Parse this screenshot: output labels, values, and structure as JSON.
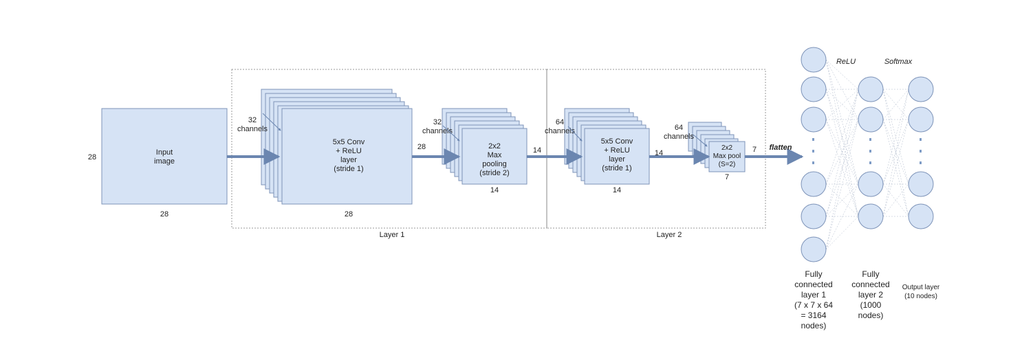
{
  "colors": {
    "box_fill": "#d6e3f5",
    "box_stroke": "#7d93b8",
    "arrow": "#6b86b0",
    "group_border": "#9a9a9a"
  },
  "input": {
    "label": "Input\nimage",
    "height_label": "28",
    "width_label": "28"
  },
  "layer1": {
    "group_label": "Layer 1",
    "conv": {
      "label": "5x5 Conv\n+ ReLU\nlayer\n(stride 1)",
      "channels": "32\nchannels",
      "out_size": "28",
      "bottom_size": "28"
    },
    "pool": {
      "label": "2x2\nMax\npooling\n(stride 2)",
      "channels": "32\nchannels",
      "out_size": "14",
      "bottom_size": "14"
    }
  },
  "layer2": {
    "group_label": "Layer 2",
    "conv": {
      "label": "5x5 Conv\n+ ReLU\nlayer\n(stride 1)",
      "channels": "64\nchannels",
      "out_size": "14",
      "bottom_size": "14"
    },
    "pool": {
      "label": "2x2\nMax pool\n(S=2)",
      "channels": "64\nchannels",
      "out_size": "7",
      "bottom_size": "7"
    }
  },
  "flatten_label": "flatten",
  "activations": {
    "relu": "ReLU",
    "softmax": "Softmax"
  },
  "fc1": {
    "label": "Fully\nconnected\nlayer 1\n(7 x 7 x 64\n= 3164\nnodes)"
  },
  "fc2": {
    "label": "Fully\nconnected\nlayer 2\n(1000\nnodes)"
  },
  "output": {
    "label": "Output layer\n(10 nodes)"
  }
}
